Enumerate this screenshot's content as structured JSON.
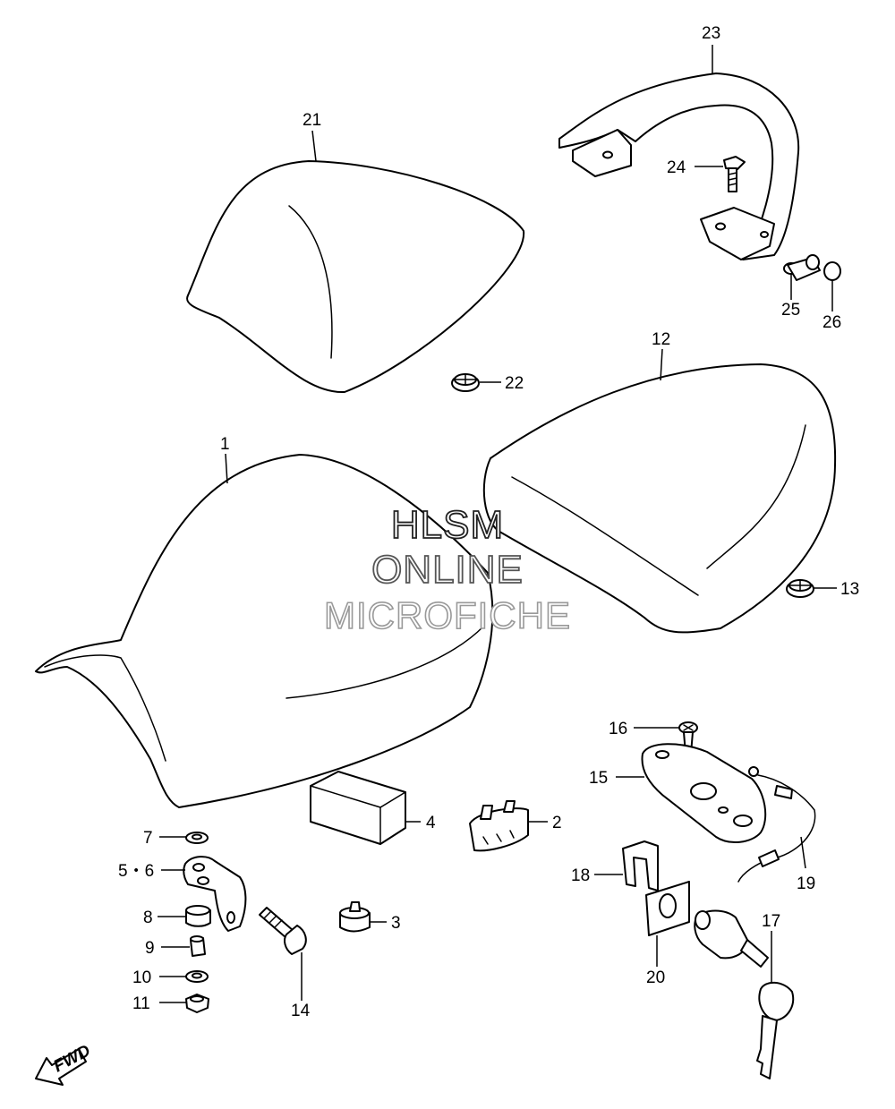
{
  "watermark": {
    "line1": "HLSM",
    "line2": "ONLINE",
    "line3": "MICROFICHE"
  },
  "fwd_label": "FWD",
  "callouts": {
    "p1": "1",
    "p2": "2",
    "p3": "3",
    "p4": "4",
    "p5_6": "5・6",
    "p7": "7",
    "p8": "8",
    "p9": "9",
    "p10": "10",
    "p11": "11",
    "p12": "12",
    "p13": "13",
    "p14": "14",
    "p15": "15",
    "p16": "16",
    "p17": "17",
    "p18": "18",
    "p19": "19",
    "p20": "20",
    "p21": "21",
    "p22": "22",
    "p23": "23",
    "p24": "24",
    "p25": "25",
    "p26": "26"
  }
}
